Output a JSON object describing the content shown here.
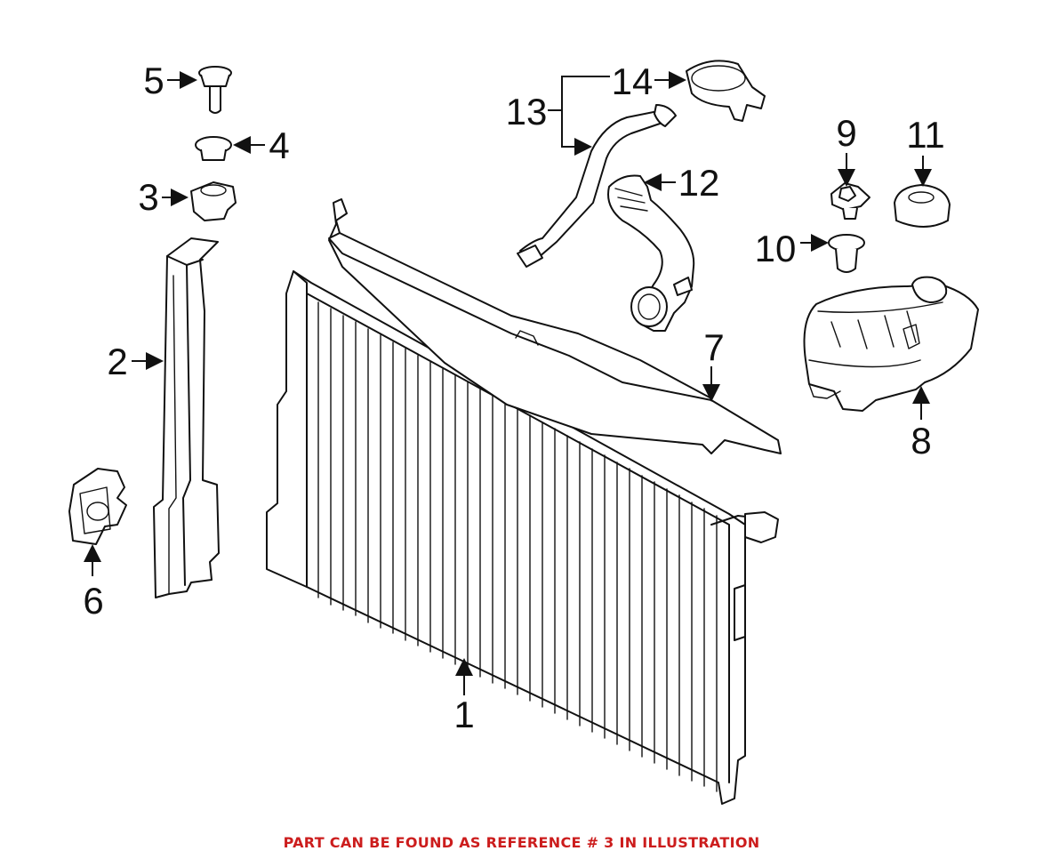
{
  "colors": {
    "ink": "#111111",
    "footer": "#cc1d1d",
    "background": "#ffffff"
  },
  "callouts": [
    {
      "num": "1"
    },
    {
      "num": "2"
    },
    {
      "num": "3"
    },
    {
      "num": "4"
    },
    {
      "num": "5"
    },
    {
      "num": "6"
    },
    {
      "num": "7"
    },
    {
      "num": "8"
    },
    {
      "num": "9"
    },
    {
      "num": "10"
    },
    {
      "num": "11"
    },
    {
      "num": "12"
    },
    {
      "num": "13"
    },
    {
      "num": "14"
    }
  ],
  "footer": {
    "text": "PART CAN BE FOUND AS REFERENCE # 3 IN ILLUSTRATION"
  }
}
